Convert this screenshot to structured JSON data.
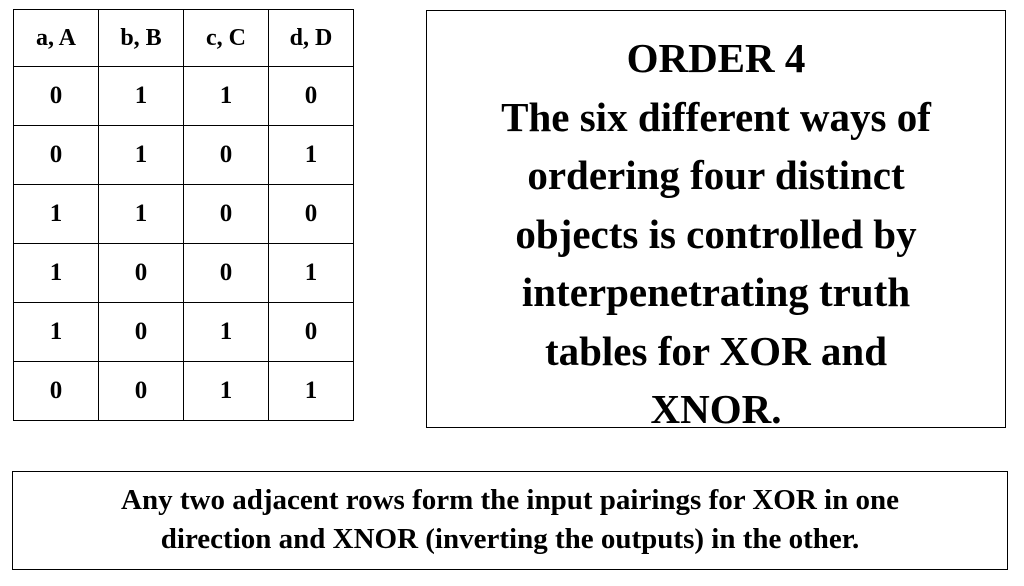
{
  "table": {
    "headers": [
      "a, A",
      "b, B",
      "c, C",
      "d, D"
    ],
    "rows": [
      [
        "0",
        "1",
        "1",
        "0"
      ],
      [
        "0",
        "1",
        "0",
        "1"
      ],
      [
        "1",
        "1",
        "0",
        "0"
      ],
      [
        "1",
        "0",
        "0",
        "1"
      ],
      [
        "1",
        "0",
        "1",
        "0"
      ],
      [
        "0",
        "0",
        "1",
        "1"
      ]
    ]
  },
  "order_box": {
    "title": "ORDER 4",
    "lines": [
      "The six different ways of",
      "ordering four distinct",
      "objects is controlled by",
      "interpenetrating truth",
      "tables for XOR and",
      "XNOR."
    ]
  },
  "note": {
    "lines": [
      "Any two adjacent rows form the input pairings for XOR in one",
      "direction and XNOR (inverting the outputs) in the other."
    ]
  }
}
